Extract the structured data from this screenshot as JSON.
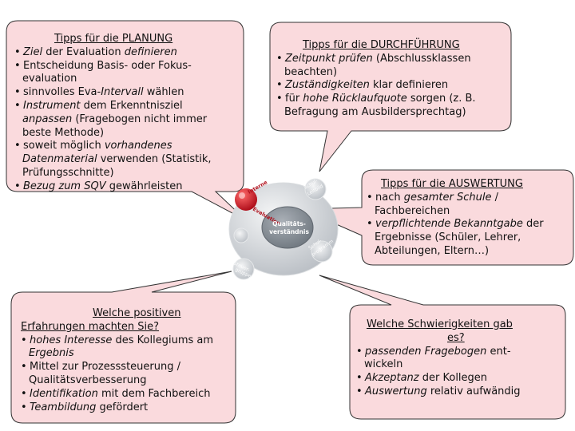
{
  "colors": {
    "bubble_fill": "#fadadd",
    "bubble_stroke": "#333333",
    "ring_red": "#cc1f2d",
    "ring_grey": "#c8ccd1",
    "center_grey": "#8d949c"
  },
  "planung": {
    "title": "Tipps für die PLANUNG",
    "items": [
      {
        "text": [
          {
            "t": "Ziel",
            "i": true
          },
          {
            "t": " der Evaluation ",
            "i": false
          },
          {
            "t": "definieren",
            "i": true
          }
        ]
      },
      {
        "text": [
          {
            "t": "Entscheidung Basis- oder Fokus-",
            "i": false
          }
        ],
        "cont": [
          "evaluation"
        ]
      },
      {
        "text": [
          {
            "t": "sinnvolles Eva-",
            "i": false
          },
          {
            "t": "Intervall",
            "i": true
          },
          {
            "t": " wählen",
            "i": false
          }
        ]
      },
      {
        "text": [
          {
            "t": "Instrument",
            "i": true
          },
          {
            "t": " dem Erkenntnisziel",
            "i": false
          }
        ],
        "cont_rich": [
          [
            {
              "t": "anpassen",
              "i": true
            },
            {
              "t": " (Fragebogen nicht immer",
              "i": false
            }
          ],
          [
            {
              "t": "beste Methode)",
              "i": false
            }
          ]
        ]
      },
      {
        "text": [
          {
            "t": "soweit möglich ",
            "i": false
          },
          {
            "t": "vorhandenes",
            "i": true
          }
        ],
        "cont_rich": [
          [
            {
              "t": "Datenmaterial",
              "i": true
            },
            {
              "t": " verwenden (Statistik,",
              "i": false
            }
          ],
          [
            {
              "t": "Prüfungsschnitte)",
              "i": false
            }
          ]
        ]
      },
      {
        "text": [
          {
            "t": "Bezug zum SQV",
            "i": true
          },
          {
            "t": " gewährleisten",
            "i": false
          }
        ]
      }
    ]
  },
  "durchfuehrung": {
    "title": "Tipps für die DURCHFÜHRUNG",
    "items": [
      {
        "text": [
          {
            "t": "Zeitpunkt prüfen",
            "i": true
          },
          {
            "t": " (Abschlussklassen",
            "i": false
          }
        ],
        "cont": [
          "beachten)"
        ]
      },
      {
        "text": [
          {
            "t": "Zuständigkeiten",
            "i": true
          },
          {
            "t": " klar definieren",
            "i": false
          }
        ]
      },
      {
        "text": [
          {
            "t": "für ",
            "i": false
          },
          {
            "t": "hohe Rücklaufquote",
            "i": true
          },
          {
            "t": " sorgen (z. B.",
            "i": false
          }
        ],
        "cont": [
          "Befragung am Ausbildersprechtag)"
        ]
      }
    ]
  },
  "auswertung": {
    "title": "Tipps für die AUSWERTUNG",
    "items": [
      {
        "text": [
          {
            "t": "nach ",
            "i": false
          },
          {
            "t": "gesamter Schule",
            "i": true
          },
          {
            "t": " /",
            "i": false
          }
        ],
        "cont": [
          "Fachbereichen"
        ]
      },
      {
        "text": [
          {
            "t": "verpflichtende Bekanntgabe",
            "i": true
          },
          {
            "t": " der",
            "i": false
          }
        ],
        "cont": [
          "Ergebnisse (Schüler, Lehrer,",
          "Abteilungen, Eltern…)"
        ]
      }
    ]
  },
  "positiv": {
    "title_lines": [
      "Welche positiven",
      "Erfahrungen machten Sie?"
    ],
    "items": [
      {
        "text": [
          {
            "t": "hohes  Interesse",
            "i": true
          },
          {
            "t": " des Kollegiums am",
            "i": false
          }
        ],
        "cont_rich": [
          [
            {
              "t": "Ergebnis",
              "i": true
            }
          ]
        ]
      },
      {
        "text": [
          {
            "t": "Mittel zur Prozesssteuerung /",
            "i": false
          }
        ],
        "cont": [
          "Qualitätsverbesserung"
        ]
      },
      {
        "text": [
          {
            "t": "Identifikation",
            "i": true
          },
          {
            "t": " mit dem Fachbereich",
            "i": false
          }
        ]
      },
      {
        "text": [
          {
            "t": "Teambildung",
            "i": true
          },
          {
            "t": " gefördert",
            "i": false
          }
        ]
      }
    ]
  },
  "schwierig": {
    "title_lines": [
      "Welche Schwierigkeiten gab",
      "es?"
    ],
    "items": [
      {
        "text": [
          {
            "t": "passenden Fragebogen",
            "i": true
          },
          {
            "t": " ent-",
            "i": false
          }
        ],
        "cont": [
          "wickeln"
        ]
      },
      {
        "text": [
          {
            "t": "Akzeptanz",
            "i": true
          },
          {
            "t": " der Kollegen",
            "i": false
          }
        ]
      },
      {
        "text": [
          {
            "t": "Auswertung",
            "i": true
          },
          {
            "t": " relativ aufwändig",
            "i": false
          }
        ]
      }
    ]
  },
  "center": {
    "label_lines": [
      "Qualitäts-",
      "verständnis"
    ],
    "red_label_lines": [
      "Interne",
      "Evaluation"
    ],
    "segment_labels": [
      "Schul-",
      "Leitbild",
      "Schul-",
      "programm",
      "Steuer-",
      "gruppe"
    ]
  }
}
